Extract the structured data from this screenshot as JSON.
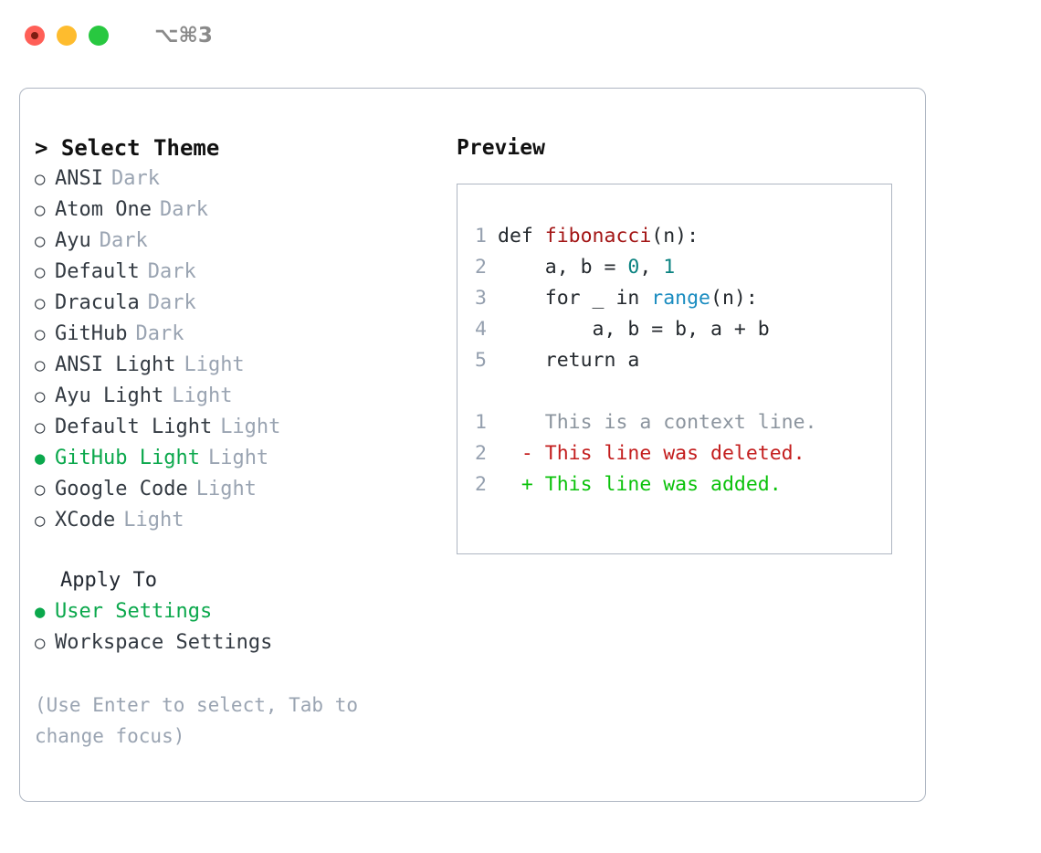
{
  "titlebar": {
    "shortcut": "⌥⌘3",
    "lights": [
      {
        "name": "close",
        "color": "#ff5f57"
      },
      {
        "name": "minimize",
        "color": "#febc2e"
      },
      {
        "name": "zoom",
        "color": "#28c840"
      }
    ]
  },
  "theme_picker": {
    "caret": ">",
    "heading": "Select Theme",
    "marker_unselected": "○",
    "marker_selected": "●",
    "items": [
      {
        "label": "ANSI",
        "suffix": "Dark",
        "selected": false
      },
      {
        "label": "Atom One",
        "suffix": "Dark",
        "selected": false
      },
      {
        "label": "Ayu",
        "suffix": "Dark",
        "selected": false
      },
      {
        "label": "Default",
        "suffix": "Dark",
        "selected": false
      },
      {
        "label": "Dracula",
        "suffix": "Dark",
        "selected": false
      },
      {
        "label": "GitHub",
        "suffix": "Dark",
        "selected": false
      },
      {
        "label": "ANSI Light",
        "suffix": "Light",
        "selected": false
      },
      {
        "label": "Ayu Light",
        "suffix": "Light",
        "selected": false
      },
      {
        "label": "Default Light",
        "suffix": "Light",
        "selected": false
      },
      {
        "label": "GitHub Light",
        "suffix": "Light",
        "selected": true
      },
      {
        "label": "Google Code",
        "suffix": "Light",
        "selected": false
      },
      {
        "label": "XCode",
        "suffix": "Light",
        "selected": false
      }
    ]
  },
  "apply_to": {
    "heading": "Apply To",
    "items": [
      {
        "label": "User Settings",
        "selected": true
      },
      {
        "label": "Workspace Settings",
        "selected": false
      }
    ]
  },
  "hint": "(Use Enter to select, Tab to change focus)",
  "preview": {
    "title": "Preview",
    "code_lines": [
      {
        "num": "1",
        "tokens": [
          {
            "t": "def ",
            "k": "plain"
          },
          {
            "t": "fibonacci",
            "k": "fn"
          },
          {
            "t": "(n):",
            "k": "plain"
          }
        ]
      },
      {
        "num": "2",
        "tokens": [
          {
            "t": "    a, b = ",
            "k": "plain"
          },
          {
            "t": "0",
            "k": "num"
          },
          {
            "t": ", ",
            "k": "plain"
          },
          {
            "t": "1",
            "k": "num"
          }
        ]
      },
      {
        "num": "3",
        "tokens": [
          {
            "t": "    for _ in ",
            "k": "plain"
          },
          {
            "t": "range",
            "k": "builtin"
          },
          {
            "t": "(n):",
            "k": "plain"
          }
        ]
      },
      {
        "num": "4",
        "tokens": [
          {
            "t": "        a, b = b, a + b",
            "k": "plain"
          }
        ]
      },
      {
        "num": "5",
        "tokens": [
          {
            "t": "    return a",
            "k": "plain"
          }
        ]
      }
    ],
    "diff_lines": [
      {
        "num": "1",
        "sign": " ",
        "text": "This is a context line.",
        "kind": "context"
      },
      {
        "num": "2",
        "sign": "-",
        "text": "This line was deleted.",
        "kind": "deleted"
      },
      {
        "num": "2",
        "sign": "+",
        "text": "This line was added.",
        "kind": "added"
      }
    ]
  },
  "colors": {
    "accent_green": "#0ba84c",
    "diff_add_green": "#0bc20b",
    "diff_del_red": "#c31d1d",
    "fn_red": "#a31515",
    "num_teal": "#0a8280",
    "builtin_blue": "#1a8cc0",
    "muted": "#9aa4b2",
    "border": "#aeb6c2"
  }
}
